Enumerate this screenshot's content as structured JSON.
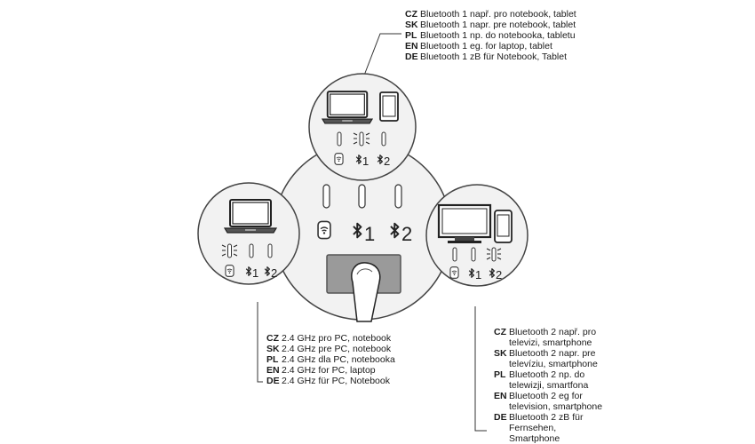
{
  "center": {
    "led_labels": [
      "",
      "1",
      "2"
    ]
  },
  "mini": {
    "labels": [
      "1",
      "2"
    ]
  },
  "callouts": {
    "top": [
      {
        "code": "CZ",
        "text": "Bluetooth 1 např. pro notebook, tablet"
      },
      {
        "code": "SK",
        "text": "Bluetooth 1 napr. pre notebook, tablet"
      },
      {
        "code": "PL",
        "text": "Bluetooth 1 np. do notebooka, tabletu"
      },
      {
        "code": "EN",
        "text": "Bluetooth 1 eg. for laptop, tablet"
      },
      {
        "code": "DE",
        "text": "Bluetooth 1 zB für Notebook, Tablet"
      }
    ],
    "left": [
      {
        "code": "CZ",
        "text": "2.4 GHz pro PC, notebook"
      },
      {
        "code": "SK",
        "text": "2.4 GHz pre PC, notebook"
      },
      {
        "code": "PL",
        "text": "2.4 GHz dla PC, notebooka"
      },
      {
        "code": "EN",
        "text": "2.4 GHz for PC, laptop"
      },
      {
        "code": "DE",
        "text": "2.4 GHz für PC, Notebook"
      }
    ],
    "right": [
      {
        "code": "CZ",
        "text": "Bluetooth 2 např. pro televizi, smartphone"
      },
      {
        "code": "SK",
        "text": "Bluetooth 2 napr. pre televíziu, smartphone"
      },
      {
        "code": "PL",
        "text": "Bluetooth 2 np. do telewizji, smartfona"
      },
      {
        "code": "EN",
        "text": "Bluetooth 2 eg for television, smartphone"
      },
      {
        "code": "DE",
        "text": "Bluetooth 2 zB für Fernsehen, Smartphone"
      }
    ]
  },
  "icons": [
    "laptop-icon",
    "tablet-icon",
    "monitor-icon",
    "smartphone-icon",
    "wireless-dongle-icon",
    "bluetooth-icon",
    "finger-icon"
  ]
}
